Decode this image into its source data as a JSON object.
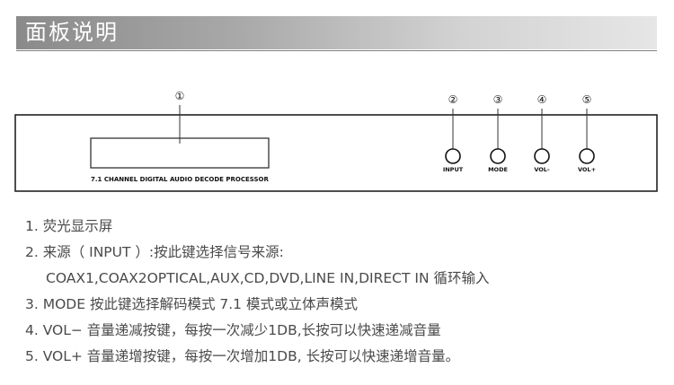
{
  "header": {
    "title": "面板说明"
  },
  "panel": {
    "callouts": [
      "①",
      "②",
      "③",
      "④",
      "⑤"
    ],
    "brand_text": "7.1 CHANNEL DIGITAL AUDIO DECODE PROCESSOR",
    "knobs": [
      "INPUT",
      "MODE",
      "VOL-",
      "VOL+"
    ]
  },
  "notes": {
    "line1": "1. 荧光显示屏",
    "line2": "2. 来源（ INPUT ）:按此键选择信号来源:",
    "line2b": "COAX1,COAX2OPTICAL,AUX,CD,DVD,LINE IN,DIRECT IN 循环输入",
    "line3": "3. MODE 按此键选择解码模式 7.1 模式或立体声模式",
    "line4": "4. VOL− 音量递减按键，每按一次减少1DB,长按可以快速递减音量",
    "line5": "5. VOL+ 音量递增按键，每按一次增加1DB, 长按可以快速递增音量。"
  }
}
